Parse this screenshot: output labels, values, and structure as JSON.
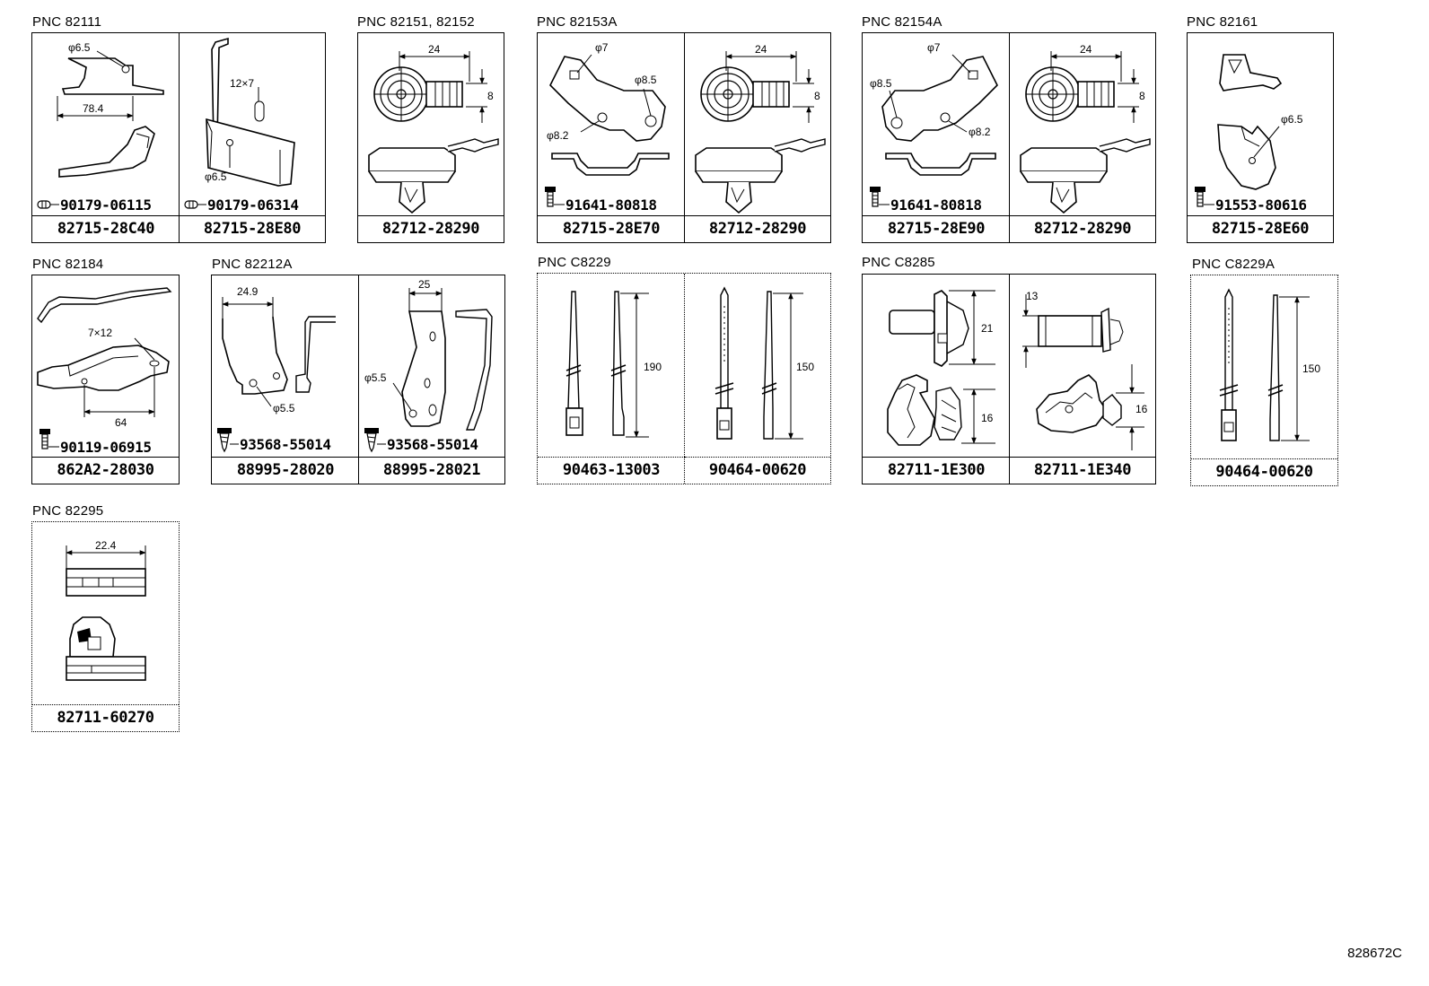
{
  "diagram_id": "828672C",
  "groups": [
    {
      "pnc": "PNC 82111",
      "parts": [
        {
          "no": "82715-28C40",
          "fastener": "90179-06115",
          "dims": {
            "hole": "φ6.5",
            "length": "78.4"
          }
        },
        {
          "no": "82715-28E80",
          "fastener": "90179-06314",
          "dims": {
            "slot": "12×7",
            "hole": "φ6.5"
          }
        }
      ]
    },
    {
      "pnc": "PNC 82151, 82152",
      "parts": [
        {
          "no": "82712-28290",
          "dims": {
            "width": "24",
            "height": "8"
          }
        }
      ]
    },
    {
      "pnc": "PNC 82153A",
      "parts": [
        {
          "no": "82715-28E70",
          "fastener": "91641-80818",
          "dims": {
            "hole1": "φ7",
            "hole2": "φ8.5",
            "hole3": "φ8.2"
          }
        },
        {
          "no": "82712-28290",
          "dims": {
            "width": "24",
            "height": "8"
          }
        }
      ]
    },
    {
      "pnc": "PNC 82154A",
      "parts": [
        {
          "no": "82715-28E90",
          "fastener": "91641-80818",
          "dims": {
            "hole1": "φ7",
            "hole2": "φ8.5",
            "hole3": "φ8.2"
          }
        },
        {
          "no": "82712-28290",
          "dims": {
            "width": "24",
            "height": "8"
          }
        }
      ]
    },
    {
      "pnc": "PNC 82161",
      "parts": [
        {
          "no": "82715-28E60",
          "fastener": "91553-80616",
          "dims": {
            "hole": "φ6.5"
          }
        }
      ]
    },
    {
      "pnc": "PNC 82184",
      "parts": [
        {
          "no": "862A2-28030",
          "fastener": "90119-06915",
          "dims": {
            "slot": "7×12",
            "length": "64"
          }
        }
      ]
    },
    {
      "pnc": "PNC 82212A",
      "parts": [
        {
          "no": "88995-28020",
          "fastener": "93568-55014",
          "dims": {
            "width": "24.9",
            "hole": "φ5.5"
          }
        },
        {
          "no": "88995-28021",
          "fastener": "93568-55014",
          "dims": {
            "width": "25",
            "hole": "φ5.5"
          }
        }
      ]
    },
    {
      "pnc": "PNC C8229",
      "parts": [
        {
          "no": "90463-13003",
          "dims": {
            "length": "190"
          }
        },
        {
          "no": "90464-00620",
          "dims": {
            "length": "150"
          }
        }
      ]
    },
    {
      "pnc": "PNC C8285",
      "parts": [
        {
          "no": "82711-1E300",
          "dims": {
            "h1": "21",
            "h2": "16"
          }
        },
        {
          "no": "82711-1E340",
          "dims": {
            "h1": "13",
            "h2": "16"
          }
        }
      ]
    },
    {
      "pnc": "PNC C8229A",
      "parts": [
        {
          "no": "90464-00620",
          "dims": {
            "length": "150"
          }
        }
      ]
    },
    {
      "pnc": "PNC 82295",
      "parts": [
        {
          "no": "82711-60270",
          "dims": {
            "width": "22.4"
          }
        }
      ]
    }
  ]
}
